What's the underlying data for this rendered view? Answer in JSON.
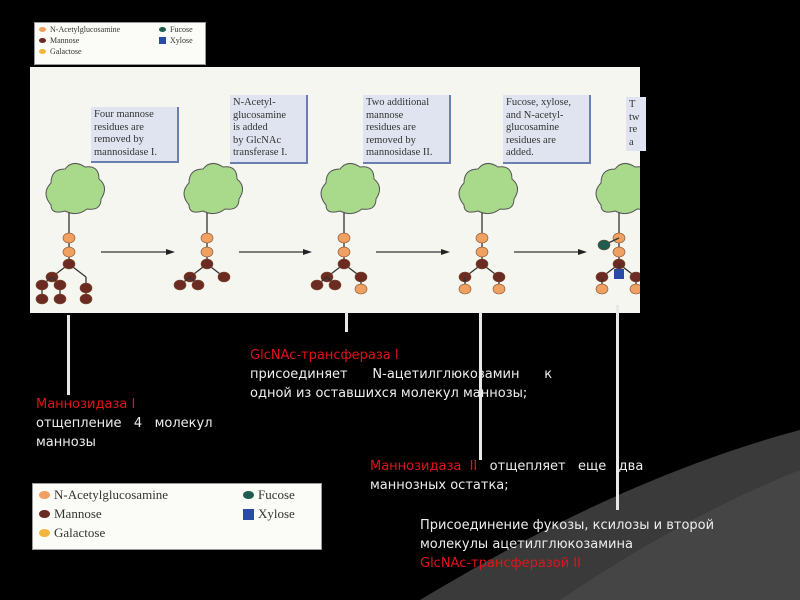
{
  "legend_top": {
    "items": [
      {
        "label": "N-Acetylglucosamine",
        "color": "#f0a060",
        "shape": "circle"
      },
      {
        "label": "Mannose",
        "color": "#6b2a22",
        "shape": "circle"
      },
      {
        "label": "Galactose",
        "color": "#f2b640",
        "shape": "circle"
      },
      {
        "label": "Fucose",
        "color": "#1f5c50",
        "shape": "circle"
      },
      {
        "label": "Xylose",
        "color": "#2a4aa8",
        "shape": "square"
      }
    ]
  },
  "figure": {
    "boxes": [
      "Four mannose\nresidues are\nremoved by\nmannosidase I.",
      "N-Acetyl-\nglucosamine\nis added\nby GlcNAc\ntransferase I.",
      "Two additional\nmannose\nresidues are\nremoved by\nmannosidase II.",
      "Fucose, xylose,\nand N-acetyl-\nglucosamine\nresidues are\nadded.",
      "T\ntw\nre\na"
    ]
  },
  "annotations": {
    "mannosidase1": {
      "title": "Маннозидаза I",
      "line1": "отщепление   4   молекул",
      "line2": "маннозы"
    },
    "glcnac_t1": {
      "title": "GlcNAc-трансфераза I",
      "line1": "присоединяет      N-ацетилглюкозамин      к",
      "line2": "одной из оставшихся молекул маннозы;"
    },
    "mannosidase2": {
      "title": "Маннозидаза  II",
      "rest": "   отщепляет   еще   два",
      "line2": "маннозных остатка;"
    },
    "glcnac_t2": {
      "line1": "Присоединение фукозы, ксилозы и второй",
      "line2": "молекулы ацетилглюкозамина",
      "title": "GlcNAc-трансферазой II"
    }
  },
  "legend_bottom": {
    "items": [
      {
        "label": "N-Acetylglucosamine",
        "color": "#f0a060",
        "shape": "circle"
      },
      {
        "label": "Mannose",
        "color": "#6b2a22",
        "shape": "circle"
      },
      {
        "label": "Galactose",
        "color": "#f2b640",
        "shape": "circle"
      },
      {
        "label": "Fucose",
        "color": "#1f5c50",
        "shape": "circle"
      },
      {
        "label": "Xylose",
        "color": "#2a4aa8",
        "shape": "square"
      }
    ]
  },
  "colors": {
    "accent_red": "#e0141b",
    "background": "#000000"
  }
}
